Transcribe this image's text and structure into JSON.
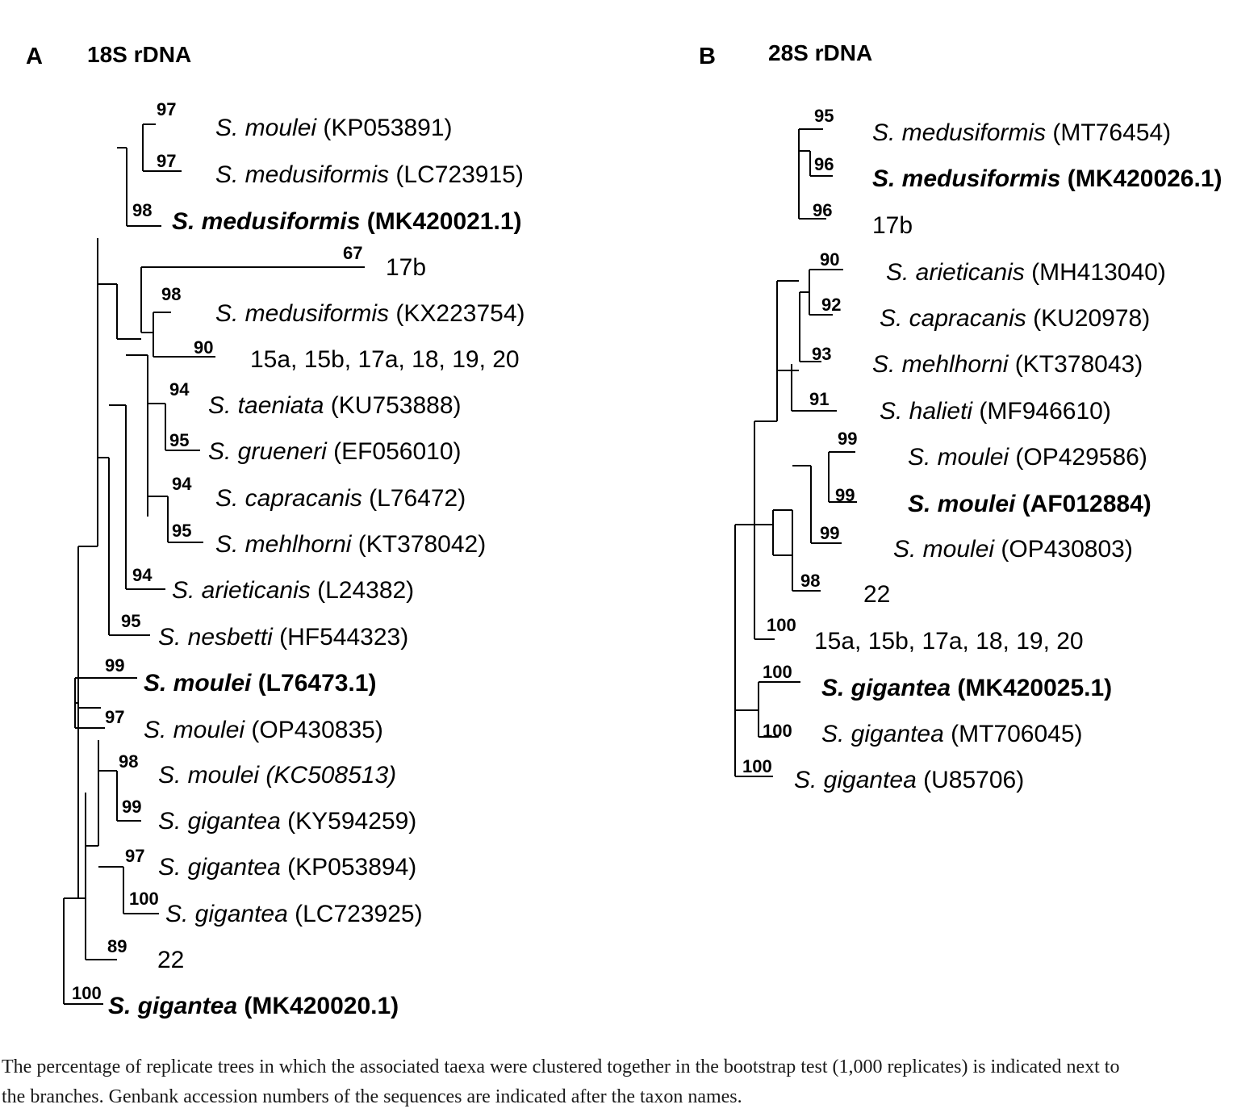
{
  "panel_a": {
    "letter": "A",
    "title": "18S rDNA",
    "taxa": [
      {
        "name": "S. moulei",
        "acc": "(KP053891)",
        "bold": false,
        "acc_italic": false
      },
      {
        "name": "S. medusiformis",
        "acc": "(LC723915)",
        "bold": false,
        "acc_italic": false
      },
      {
        "name": "S. medusiformis",
        "acc": "(MK420021.1)",
        "bold": true,
        "acc_italic": false
      },
      {
        "name": "17b",
        "acc": "",
        "bold": false,
        "acc_italic": false,
        "plain": true
      },
      {
        "name": "S. medusiformis",
        "acc": "(KX223754)",
        "bold": false,
        "acc_italic": false
      },
      {
        "name": "15a, 15b, 17a, 18, 19, 20",
        "acc": "",
        "bold": false,
        "acc_italic": false,
        "plain": true
      },
      {
        "name": "S. taeniata",
        "acc": "(KU753888)",
        "bold": false,
        "acc_italic": false
      },
      {
        "name": "S. grueneri",
        "acc": "(EF056010)",
        "bold": false,
        "acc_italic": false
      },
      {
        "name": "S. capracanis",
        "acc": "(L76472)",
        "bold": false,
        "acc_italic": false
      },
      {
        "name": "S. mehlhorni",
        "acc": "(KT378042)",
        "bold": false,
        "acc_italic": false
      },
      {
        "name": "S. arieticanis",
        "acc": "(L24382)",
        "bold": false,
        "acc_italic": false
      },
      {
        "name": "S. nesbetti",
        "acc": "(HF544323)",
        "bold": false,
        "acc_italic": false
      },
      {
        "name": "S. moulei",
        "acc": "(L76473.1)",
        "bold": true,
        "acc_italic": false
      },
      {
        "name": "S. moulei",
        "acc": "(OP430835)",
        "bold": false,
        "acc_italic": false
      },
      {
        "name": "S. moulei",
        "acc": "(KC508513)",
        "bold": false,
        "acc_italic": true
      },
      {
        "name": "S. gigantea",
        "acc": "(KY594259)",
        "bold": false,
        "acc_italic": false
      },
      {
        "name": "S. gigantea",
        "acc": "(KP053894)",
        "bold": false,
        "acc_italic": false
      },
      {
        "name": "S. gigantea",
        "acc": "(LC723925)",
        "bold": false,
        "acc_italic": false
      },
      {
        "name": "22",
        "acc": "",
        "bold": false,
        "acc_italic": false,
        "plain": true
      },
      {
        "name": "S. gigantea",
        "acc": "(MK420020.1)",
        "bold": true,
        "acc_italic": false
      }
    ],
    "support": [
      "97",
      "97",
      "98",
      "67",
      "98",
      "90",
      "94",
      "95",
      "94",
      "95",
      "94",
      "95",
      "99",
      "97",
      "98",
      "99",
      "97",
      "100",
      "89",
      "100"
    ]
  },
  "panel_b": {
    "letter": "B",
    "title": "28S rDNA",
    "taxa": [
      {
        "name": "S. medusiformis",
        "acc": "(MT76454)",
        "bold": false
      },
      {
        "name": "S. medusiformis",
        "acc": "(MK420026.1)",
        "bold": true
      },
      {
        "name": "17b",
        "acc": "",
        "bold": false,
        "plain": true
      },
      {
        "name": "S. arieticanis",
        "acc": "(MH413040)",
        "bold": false
      },
      {
        "name": "S. capracanis",
        "acc": "(KU20978)",
        "bold": false
      },
      {
        "name": "S. mehlhorni",
        "acc": "(KT378043)",
        "bold": false
      },
      {
        "name": "S. halieti",
        "acc": "(MF946610)",
        "bold": false
      },
      {
        "name": "S. moulei",
        "acc": "(OP429586)",
        "bold": false
      },
      {
        "name": "S. moulei",
        "acc": "(AF012884)",
        "bold": true
      },
      {
        "name": "S. moulei",
        "acc": "(OP430803)",
        "bold": false
      },
      {
        "name": "22",
        "acc": "",
        "bold": false,
        "plain": true
      },
      {
        "name": "15a, 15b, 17a, 18, 19, 20",
        "acc": "",
        "bold": false,
        "plain": true
      },
      {
        "name": "S. gigantea",
        "acc": "(MK420025.1)",
        "bold": true
      },
      {
        "name": "S. gigantea",
        "acc": "(MT706045)",
        "bold": false
      },
      {
        "name": "S. gigantea",
        "acc": "(U85706)",
        "bold": false
      }
    ],
    "support": [
      "95",
      "96",
      "96",
      "90",
      "92",
      "93",
      "91",
      "99",
      "99",
      "99",
      "98",
      "100",
      "100",
      "100",
      "100"
    ]
  },
  "caption": {
    "line1": "The percentage of replicate trees in which the associated taexa were clustered together in the bootstrap test (1,000 replicates) is indicated next to",
    "line2": "the branches. Genbank accession numbers of the sequences are indicated after the taxon names."
  }
}
